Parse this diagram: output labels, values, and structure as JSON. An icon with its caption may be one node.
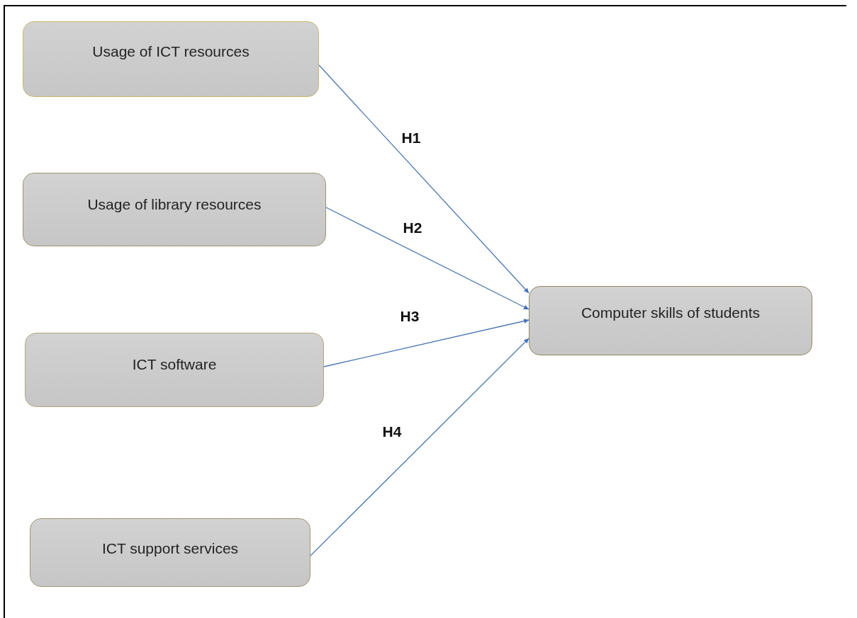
{
  "diagram": {
    "nodes": [
      {
        "text": [
          "Usage of ICT resources"
        ]
      },
      {
        "text": [
          "Usage of library resources"
        ]
      },
      {
        "text": [
          "ICT software"
        ]
      },
      {
        "text": [
          "ICT support services"
        ]
      },
      {
        "text": [
          "Computer skills of students"
        ]
      }
    ],
    "edges": [
      {
        "from": 0,
        "to": 4,
        "arrow": "to",
        "label": "H1"
      },
      {
        "from": 1,
        "to": 4,
        "arrow": "to",
        "label": "H2"
      },
      {
        "from": 2,
        "to": 4,
        "arrow": "to",
        "label": "H3"
      },
      {
        "from": 3,
        "to": 4,
        "arrow": "to",
        "label": "H4"
      }
    ]
  }
}
